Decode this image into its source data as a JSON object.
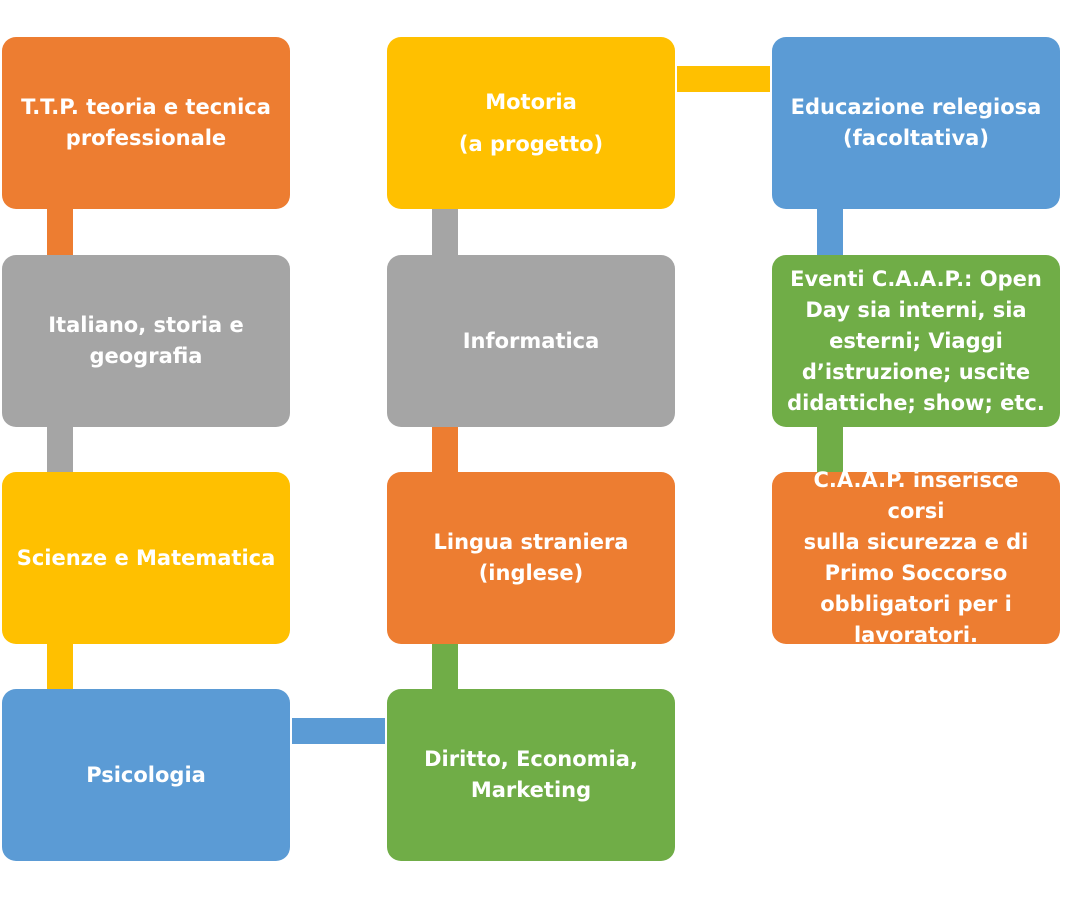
{
  "diagram": {
    "boxes": {
      "ttp": {
        "lines": [
          "T.T.P. teoria e tecnica",
          "professionale"
        ],
        "color": "#ED7D31"
      },
      "italiano": {
        "lines": [
          "Italiano, storia e",
          "geografia"
        ],
        "color": "#A5A5A5"
      },
      "scienze": {
        "lines": [
          "Scienze e Matematica"
        ],
        "color": "#FFC000"
      },
      "psicologia": {
        "lines": [
          "Psicologia"
        ],
        "color": "#5B9BD5"
      },
      "motoria": {
        "lines": [
          "Motoria",
          "(a progetto)"
        ],
        "color": "#FFC000"
      },
      "informatica": {
        "lines": [
          "Informatica"
        ],
        "color": "#A5A5A5"
      },
      "lingua": {
        "lines": [
          "Lingua straniera",
          "(inglese)"
        ],
        "color": "#ED7D31"
      },
      "diritto": {
        "lines": [
          "Diritto, Economia,",
          "Marketing"
        ],
        "color": "#70AD47"
      },
      "religione": {
        "lines": [
          "Educazione relegiosa",
          "(facoltativa)"
        ],
        "color": "#5B9BD5"
      },
      "eventi": {
        "lines": [
          "Eventi C.A.A.P.: Open",
          "Day sia interni, sia",
          "esterni; Viaggi",
          "d’istruzione; uscite",
          "didattiche; show; etc."
        ],
        "color": "#70AD47"
      },
      "corsi": {
        "lines": [
          "C.A.A.P. inserisce corsi",
          "sulla sicurezza e di",
          "Primo Soccorso",
          "obbligatori per i",
          "lavoratori."
        ],
        "color": "#ED7D31"
      }
    },
    "connector_colors": {
      "ttp_italiano": "#ED7D31",
      "italiano_scienze": "#A5A5A5",
      "scienze_psicologia": "#FFC000",
      "psicologia_diritto": "#5B9BD5",
      "diritto_lingua": "#70AD47",
      "lingua_informatica": "#ED7D31",
      "informatica_motoria": "#A5A5A5",
      "motoria_religione": "#FFC000",
      "religione_eventi": "#5B9BD5",
      "eventi_corsi": "#70AD47"
    }
  }
}
